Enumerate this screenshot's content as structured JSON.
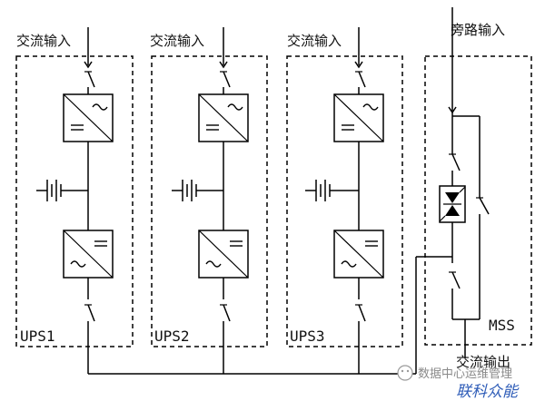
{
  "labels": {
    "ac_input": "交流输入",
    "bypass_input": "旁路输入",
    "ac_output": "交流输出",
    "ups1": "UPS1",
    "ups2": "UPS2",
    "ups3": "UPS3",
    "mss": "MSS",
    "watermark": "数据中心运维管理",
    "brand": "联科众能"
  },
  "colors": {
    "line": "#000000",
    "brand": "#2f5db8"
  }
}
